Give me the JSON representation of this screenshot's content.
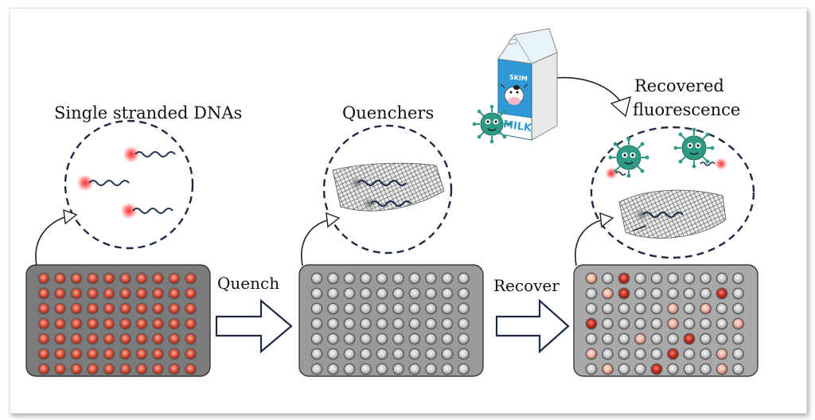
{
  "labels": {
    "ssdna": "Single stranded DNAs",
    "quenchers": "Quenchers",
    "recovered_line1": "Recovered",
    "recovered_line2": "fluorescence",
    "quench": "Quench",
    "recover": "Recover"
  },
  "carton": {
    "top_text": "SKIM",
    "side_text": "MILK"
  },
  "plates": {
    "rows": 7,
    "cols": 10,
    "recover_pattern": [
      "LGDGGGGGGG",
      "GLDGGGGGDG",
      "GGGGGLGLGG",
      "DGGGGLGGGL",
      "GGGLGGDGGG",
      "LGGGGDGGLG",
      "GLGGDGGGLG"
    ]
  },
  "colors": {
    "plate_fill": "#7b7b7b",
    "plate_fill_light": "#9a9a9a",
    "plate_fill_grey": "#a9a9a9",
    "well_red": "#e2543e",
    "well_grey": "#d6d6d6",
    "outline": "#1d2a44",
    "virus": "#2f9a86",
    "carton_blue": "#2f9ad6"
  }
}
